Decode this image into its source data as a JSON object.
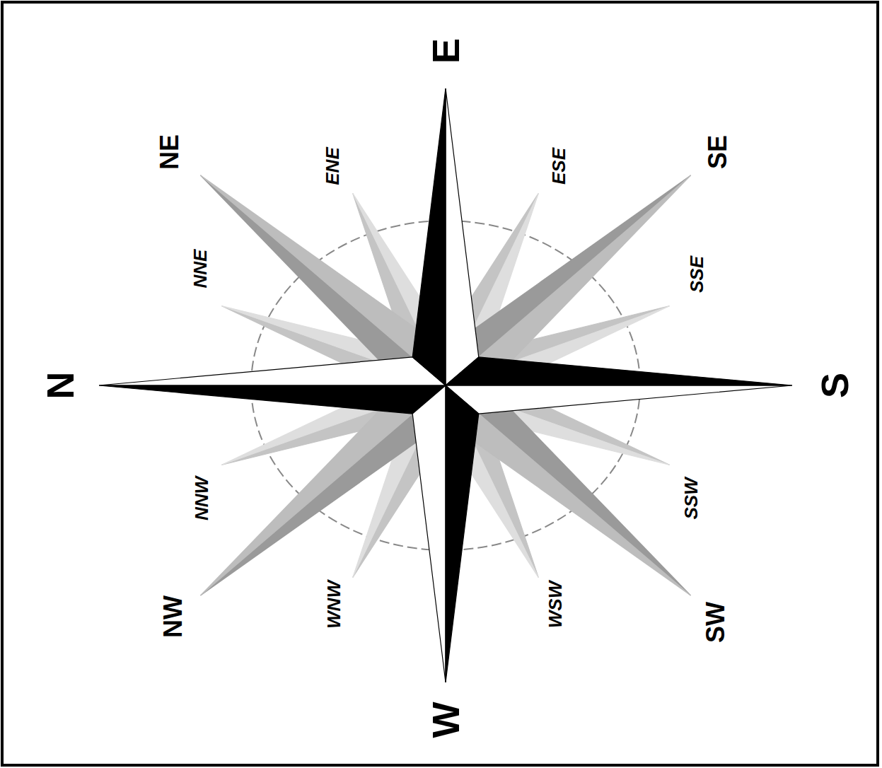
{
  "diagram": {
    "labels": [
      "N",
      "NNE",
      "NE",
      "ENE",
      "E",
      "ESE",
      "SE",
      "SSE",
      "S",
      "SSW",
      "SW",
      "WSW",
      "W",
      "WNW",
      "NW",
      "NNW"
    ]
  }
}
